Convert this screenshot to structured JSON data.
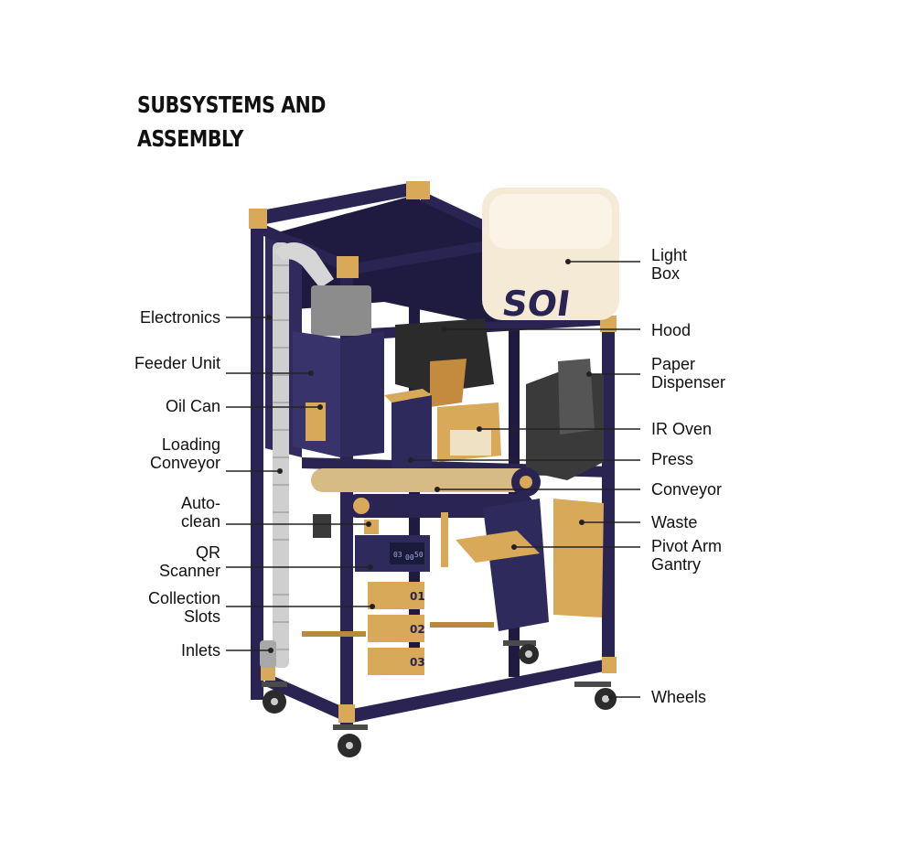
{
  "title": {
    "line1": "SUBSYSTEMS AND",
    "line2": "ASSEMBLY"
  },
  "lightbox_logo": "SOI",
  "slots": [
    "01",
    "02",
    "03"
  ],
  "scanner_display": [
    "03",
    "00",
    "50"
  ],
  "labels": {
    "left": [
      {
        "id": "electronics",
        "lines": [
          "Electronics"
        ]
      },
      {
        "id": "feeder-unit",
        "lines": [
          "Feeder Unit"
        ]
      },
      {
        "id": "oil-can",
        "lines": [
          "Oil Can"
        ]
      },
      {
        "id": "loading-conveyor",
        "lines": [
          "Loading",
          "Conveyor"
        ]
      },
      {
        "id": "auto-clean",
        "lines": [
          "Auto-",
          "clean"
        ]
      },
      {
        "id": "qr-scanner",
        "lines": [
          "QR",
          "Scanner"
        ]
      },
      {
        "id": "collection-slots",
        "lines": [
          "Collection",
          "Slots"
        ]
      },
      {
        "id": "inlets",
        "lines": [
          "Inlets"
        ]
      }
    ],
    "right": [
      {
        "id": "light-box",
        "lines": [
          "Light",
          "Box"
        ]
      },
      {
        "id": "hood",
        "lines": [
          "Hood"
        ]
      },
      {
        "id": "paper-dispenser",
        "lines": [
          "Paper",
          "Dispenser"
        ]
      },
      {
        "id": "ir-oven",
        "lines": [
          "IR Oven"
        ]
      },
      {
        "id": "press",
        "lines": [
          "Press"
        ]
      },
      {
        "id": "conveyor",
        "lines": [
          "Conveyor"
        ]
      },
      {
        "id": "waste",
        "lines": [
          "Waste"
        ]
      },
      {
        "id": "pivot-arm-gantry",
        "lines": [
          "Pivot Arm",
          "Gantry"
        ]
      },
      {
        "id": "wheels",
        "lines": [
          "Wheels"
        ]
      }
    ]
  }
}
